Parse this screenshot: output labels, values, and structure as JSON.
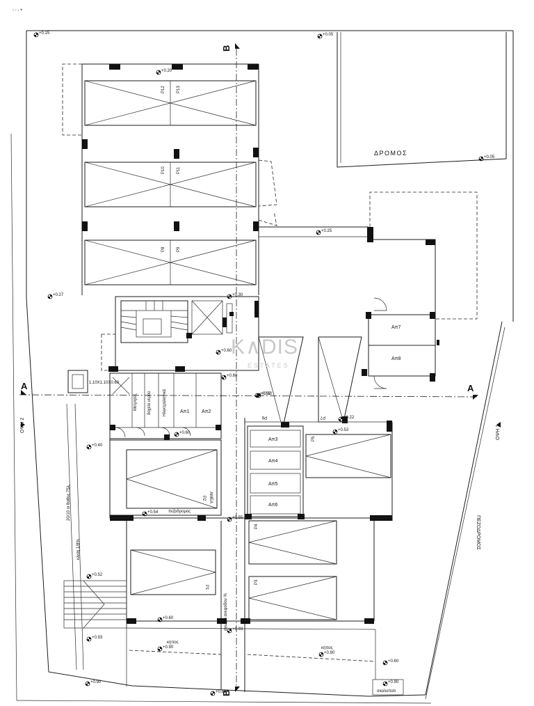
{
  "watermark": {
    "brand": "K∧DIS",
    "sub": "ESTATES"
  },
  "axes": {
    "a_left": "A",
    "a_right": "A",
    "b_top": "B",
    "b_bottom": "B"
  },
  "roads": {
    "road": "ΔΡΟΜΟΣ",
    "pedestrian_road": "ΠΕΖΟΔΡΟΜΟΣ",
    "side_1": "ΟΨΗ 1",
    "side_2": "ΟΨΗ 2"
  },
  "parking": {
    "p12": "P12",
    "p13": "P13",
    "p10": "P10",
    "p11": "P11",
    "p8": "P8",
    "p9": "P9",
    "p5": "P5",
    "p4": "P4",
    "p3": "P3",
    "p1": "P1",
    "p2": "P2",
    "p6": "P6",
    "p7": "P7",
    "amea": "ΑΜΕΑ"
  },
  "storage": {
    "ap1": "Απ1",
    "ap2": "Απ2",
    "ap3": "Απ3",
    "ap4": "Απ4",
    "ap5": "Απ5",
    "ap6": "Απ6",
    "ap7": "Απ7",
    "ap8": "Απ8"
  },
  "notes": {
    "lift": "1.10X1.10X0.60",
    "ramp_left": "20/10 οι θαθος 75λ.",
    "slope_left": "κλιση 1/8%",
    "ramp_center": "αγωγοι ανεφοδου %",
    "meter_1": "Μετρητες",
    "meter_2": "δοχεία νερού",
    "meter_3": "Ηλεκτρολογικά",
    "pedestrian": "πεζοδρομος",
    "garden_1": "κηπος",
    "garden_2": "κηπος",
    "garden_3": "σκαλοπατι",
    "scan_mark": "-  -  -  +"
  },
  "levels": {
    "l1": "+0.15",
    "l2": "+0.05",
    "l3": "+0.20",
    "l4": "+0.05",
    "l5": "+0.25",
    "l6": "+0.27",
    "l7": "+0.30",
    "l8": "+0.60",
    "l9": "+0.80",
    "l10": "+0.60",
    "l11": "+0.52",
    "l12": "+0.22",
    "l13": "+0.40",
    "l14": "+0.60",
    "l15": "+0.53",
    "l16": "+0.54",
    "l17": "+0.55",
    "l18": "+0.52",
    "l19": "+0.60",
    "l20": "+0.93",
    "l21": "+0.93",
    "l22": "+0.90",
    "l23": "+0.90",
    "l24": "+0.60",
    "l25": "+0.90",
    "l26": "+0.90",
    "l27": "+0.80"
  }
}
